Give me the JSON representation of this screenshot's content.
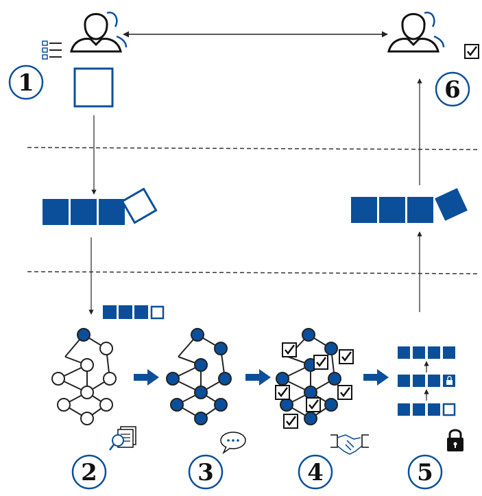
{
  "steps": [
    {
      "number": "1"
    },
    {
      "number": "2"
    },
    {
      "number": "3"
    },
    {
      "number": "4"
    },
    {
      "number": "5"
    },
    {
      "number": "6"
    }
  ],
  "colors": {
    "primary_blue": "#0b4f9a",
    "line": "#222222",
    "node_white": "#ffffff",
    "circle_stroke": "#0b4f9a"
  },
  "icons": [
    "user-icon",
    "checklist-icon",
    "document-search-icon",
    "chat-bubble-icon",
    "handshake-icon",
    "lock-icon",
    "checkbox-icon"
  ]
}
